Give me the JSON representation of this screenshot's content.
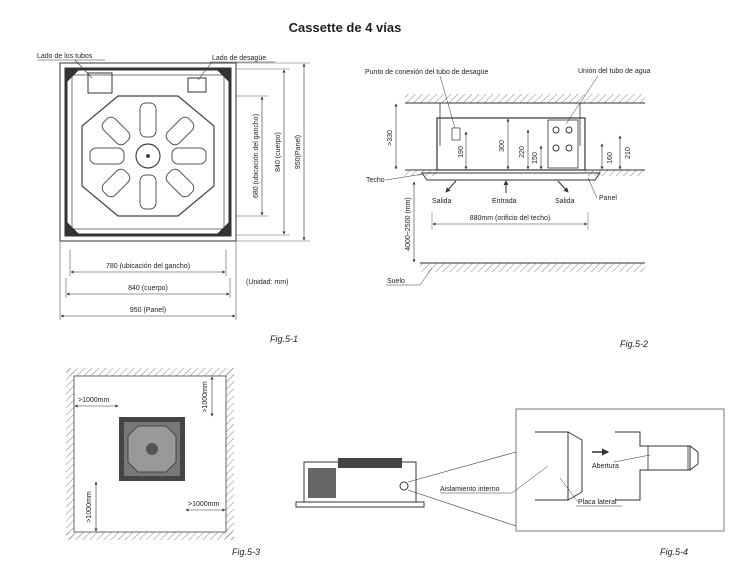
{
  "page": {
    "title": "Cassette de 4 vías"
  },
  "fig1": {
    "caption": "Fig.5-1",
    "label_pipe_side": "Lado de los tubos",
    "label_drain_side": "Lado de desagüe",
    "dim_hook_h": "780 (ubicación del gancho)",
    "dim_body_h": "840 (cuerpo)",
    "dim_panel_h": "950 (Panel)",
    "dim_hook_v": "680 (ubicación del gancho)",
    "dim_body_v": "840 (cuerpo)",
    "dim_panel_v": "950(Panel)",
    "unit": "(Unidad: mm)"
  },
  "fig2": {
    "caption": "Fig.5-2",
    "label_drain_conn": "Punto de conexión del tubo de desagüe",
    "label_water_union": "Unión del tubo de agua",
    "label_ceiling": "Techo",
    "label_outlet_left": "Salida",
    "label_inlet": "Entrada",
    "label_outlet_right": "Salida",
    "label_panel": "Panel",
    "label_floor": "Suelo",
    "dim_gt330": ">330",
    "dim_190": "190",
    "dim_300": "300",
    "dim_220": "220",
    "dim_150": "150",
    "dim_160": "160",
    "dim_210": "210",
    "dim_ceiling_hole": "880mm (orificio del techo)",
    "dim_height": "4000~2500 (mm)"
  },
  "fig3": {
    "caption": "Fig.5-3",
    "clear_left": ">1000mm",
    "clear_top": ">1000mm",
    "clear_bottom": ">1000mm",
    "clear_right": ">1000mm"
  },
  "fig4": {
    "caption": "Fig.5-4",
    "label_opening": "Abertura",
    "label_insulation": "Aislamiento interno",
    "label_side_plate": "Placa lateral"
  }
}
